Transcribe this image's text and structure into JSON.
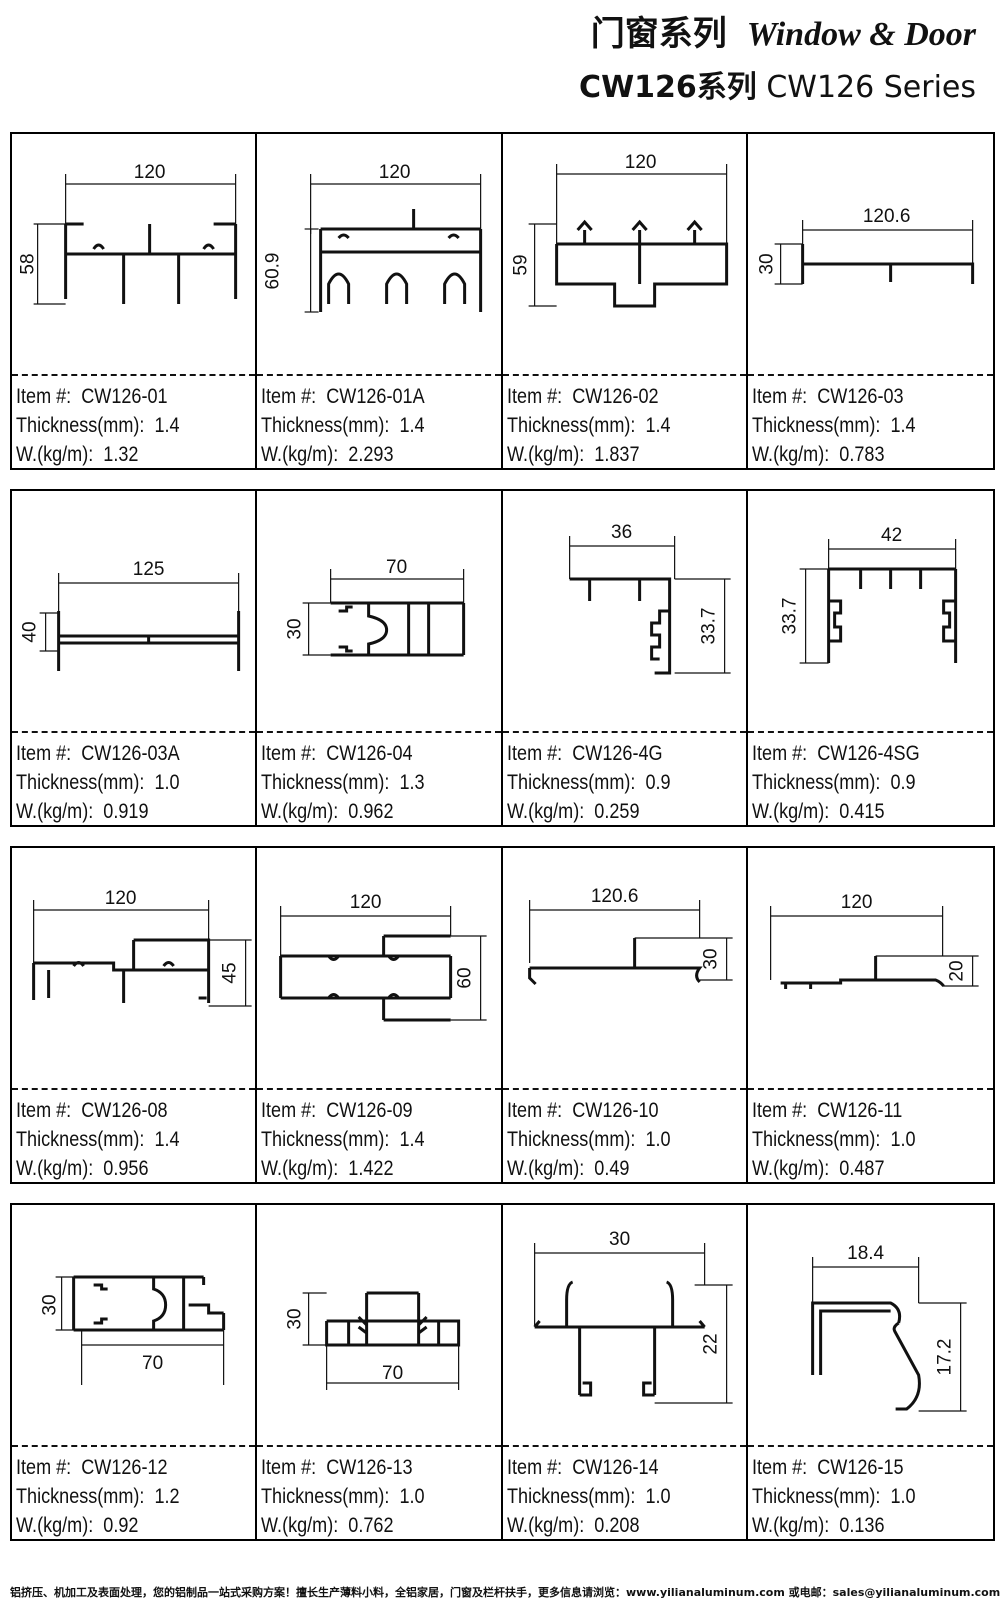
{
  "header": {
    "title_cn": "门窗系列",
    "title_en": "Window & Door",
    "series_prefix": "CW126系列",
    "series_en": "CW126 Series"
  },
  "labels": {
    "item": "Item #:",
    "thickness": "Thickness(mm):",
    "weight": "W.(kg/m):"
  },
  "rows": [
    {
      "items": [
        {
          "id": "CW126-01",
          "thickness": "1.4",
          "weight": "1.32",
          "dim_w": "120",
          "dim_h": "58"
        },
        {
          "id": "CW126-01A",
          "thickness": "1.4",
          "weight": "2.293",
          "dim_w": "120",
          "dim_h": "60.9"
        },
        {
          "id": "CW126-02",
          "thickness": "1.4",
          "weight": "1.837",
          "dim_w": "120",
          "dim_h": "59"
        },
        {
          "id": "CW126-03",
          "thickness": "1.4",
          "weight": "0.783",
          "dim_w": "120.6",
          "dim_h": "30"
        }
      ]
    },
    {
      "items": [
        {
          "id": "CW126-03A",
          "thickness": "1.0",
          "weight": "0.919",
          "dim_w": "125",
          "dim_h": "40"
        },
        {
          "id": "CW126-04",
          "thickness": "1.3",
          "weight": "0.962",
          "dim_w": "70",
          "dim_h": "30"
        },
        {
          "id": "CW126-4G",
          "thickness": "0.9",
          "weight": "0.259",
          "dim_w": "36",
          "dim_h": "33.7"
        },
        {
          "id": "CW126-4SG",
          "thickness": "0.9",
          "weight": "0.415",
          "dim_w": "42",
          "dim_h": "33.7"
        }
      ]
    },
    {
      "items": [
        {
          "id": "CW126-08",
          "thickness": "1.4",
          "weight": "0.956",
          "dim_w": "120",
          "dim_h": "45"
        },
        {
          "id": "CW126-09",
          "thickness": "1.4",
          "weight": "1.422",
          "dim_w": "120",
          "dim_h": "60"
        },
        {
          "id": "CW126-10",
          "thickness": "1.0",
          "weight": "0.49",
          "dim_w": "120.6",
          "dim_h": "30"
        },
        {
          "id": "CW126-11",
          "thickness": "1.0",
          "weight": "0.487",
          "dim_w": "120",
          "dim_h": "20"
        }
      ]
    },
    {
      "items": [
        {
          "id": "CW126-12",
          "thickness": "1.2",
          "weight": "0.92",
          "dim_w": "70",
          "dim_h": "30"
        },
        {
          "id": "CW126-13",
          "thickness": "1.0",
          "weight": "0.762",
          "dim_w": "70",
          "dim_h": "30"
        },
        {
          "id": "CW126-14",
          "thickness": "1.0",
          "weight": "0.208",
          "dim_w": "30",
          "dim_h": "22"
        },
        {
          "id": "CW126-15",
          "thickness": "1.0",
          "weight": "0.136",
          "dim_w": "18.4",
          "dim_h": "17.2"
        }
      ]
    }
  ],
  "footer": {
    "text": "铝挤压、机加工及表面处理，您的铝制品一站式采购方案！擅长生产薄料小料，全铝家居，门窗及栏杆扶手，更多信息请浏览：www.yilianaluminum.com 或电邮：sales@yilianaluminum.com"
  }
}
